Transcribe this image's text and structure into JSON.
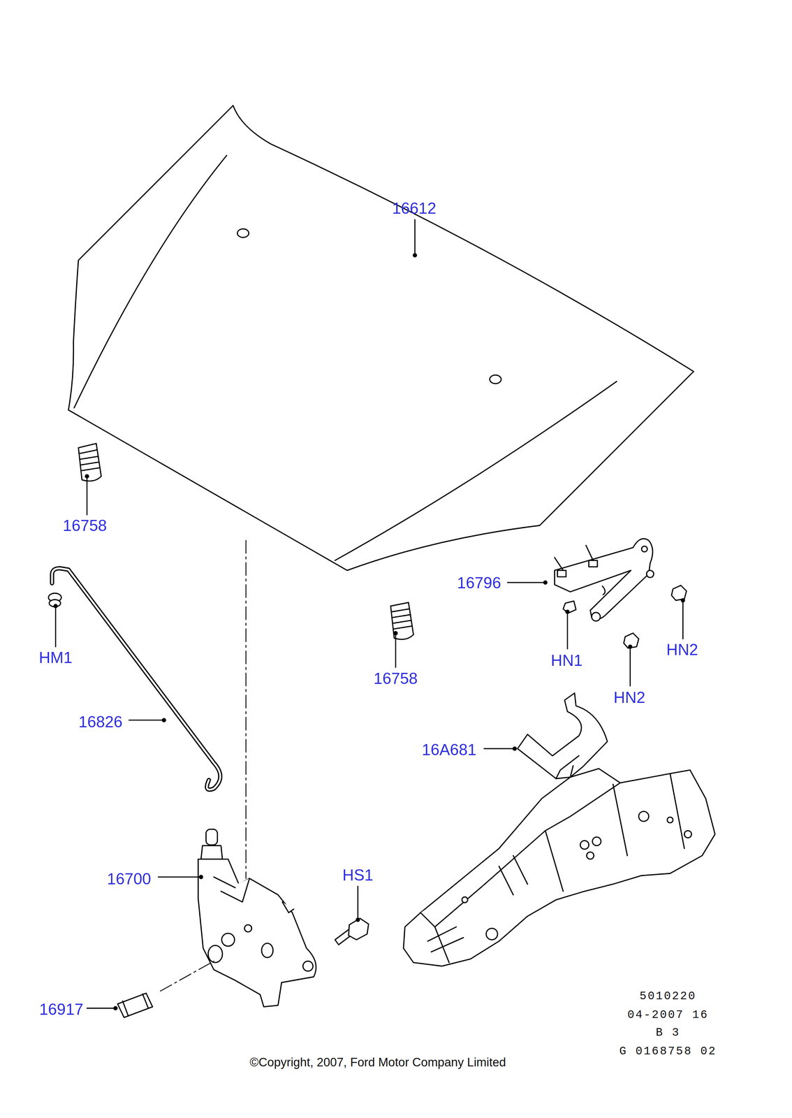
{
  "diagram": {
    "labels": [
      "16612",
      "16758",
      "16796",
      "HN1",
      "HN2",
      "HN2",
      "HM1",
      "16758",
      "16826",
      "16A681",
      "16700",
      "HS1",
      "16917",
      "5010220",
      "04-2007 16",
      "B 3",
      "G 0168758 02",
      "©Copyright, 2007, Ford Motor Company Limited"
    ]
  }
}
